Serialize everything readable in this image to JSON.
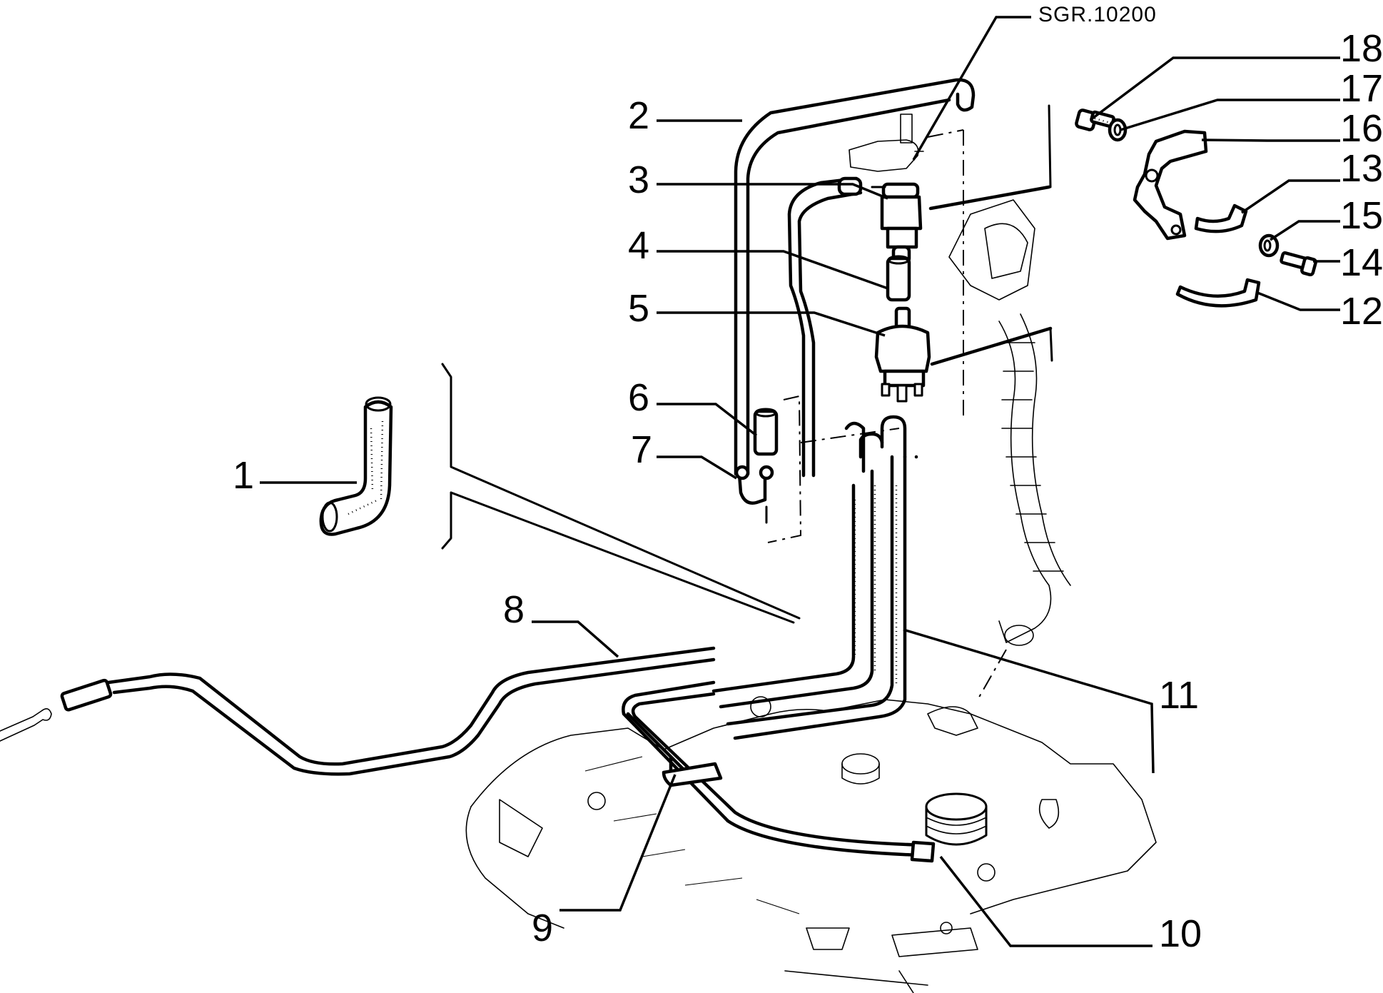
{
  "diagram": {
    "type": "exploded-parts-diagram",
    "reference_code": "SGR.10200",
    "background": "#ffffff",
    "ink": "#000000",
    "callouts": [
      {
        "id": "1",
        "label": "1",
        "part": "elbow-hose"
      },
      {
        "id": "2",
        "label": "2",
        "part": "vent-pipe"
      },
      {
        "id": "3",
        "label": "3",
        "part": "check-valve"
      },
      {
        "id": "4",
        "label": "4",
        "part": "hose-sleeve"
      },
      {
        "id": "5",
        "label": "5",
        "part": "pressure-regulator-valve"
      },
      {
        "id": "6",
        "label": "6",
        "part": "hose-sleeve-short"
      },
      {
        "id": "7",
        "label": "7",
        "part": "pipe-fitting"
      },
      {
        "id": "8",
        "label": "8",
        "part": "fuel-pipe-assembly"
      },
      {
        "id": "9",
        "label": "9",
        "part": "hose-end"
      },
      {
        "id": "10",
        "label": "10",
        "part": "return-pipe-end"
      },
      {
        "id": "11",
        "label": "11",
        "part": "pipe-bundle"
      },
      {
        "id": "12",
        "label": "12",
        "part": "lower-clamp"
      },
      {
        "id": "13",
        "label": "13",
        "part": "upper-clamp"
      },
      {
        "id": "14",
        "label": "14",
        "part": "bolt"
      },
      {
        "id": "15",
        "label": "15",
        "part": "washer"
      },
      {
        "id": "16",
        "label": "16",
        "part": "bracket"
      },
      {
        "id": "17",
        "label": "17",
        "part": "washer"
      },
      {
        "id": "18",
        "label": "18",
        "part": "bolt"
      }
    ]
  }
}
